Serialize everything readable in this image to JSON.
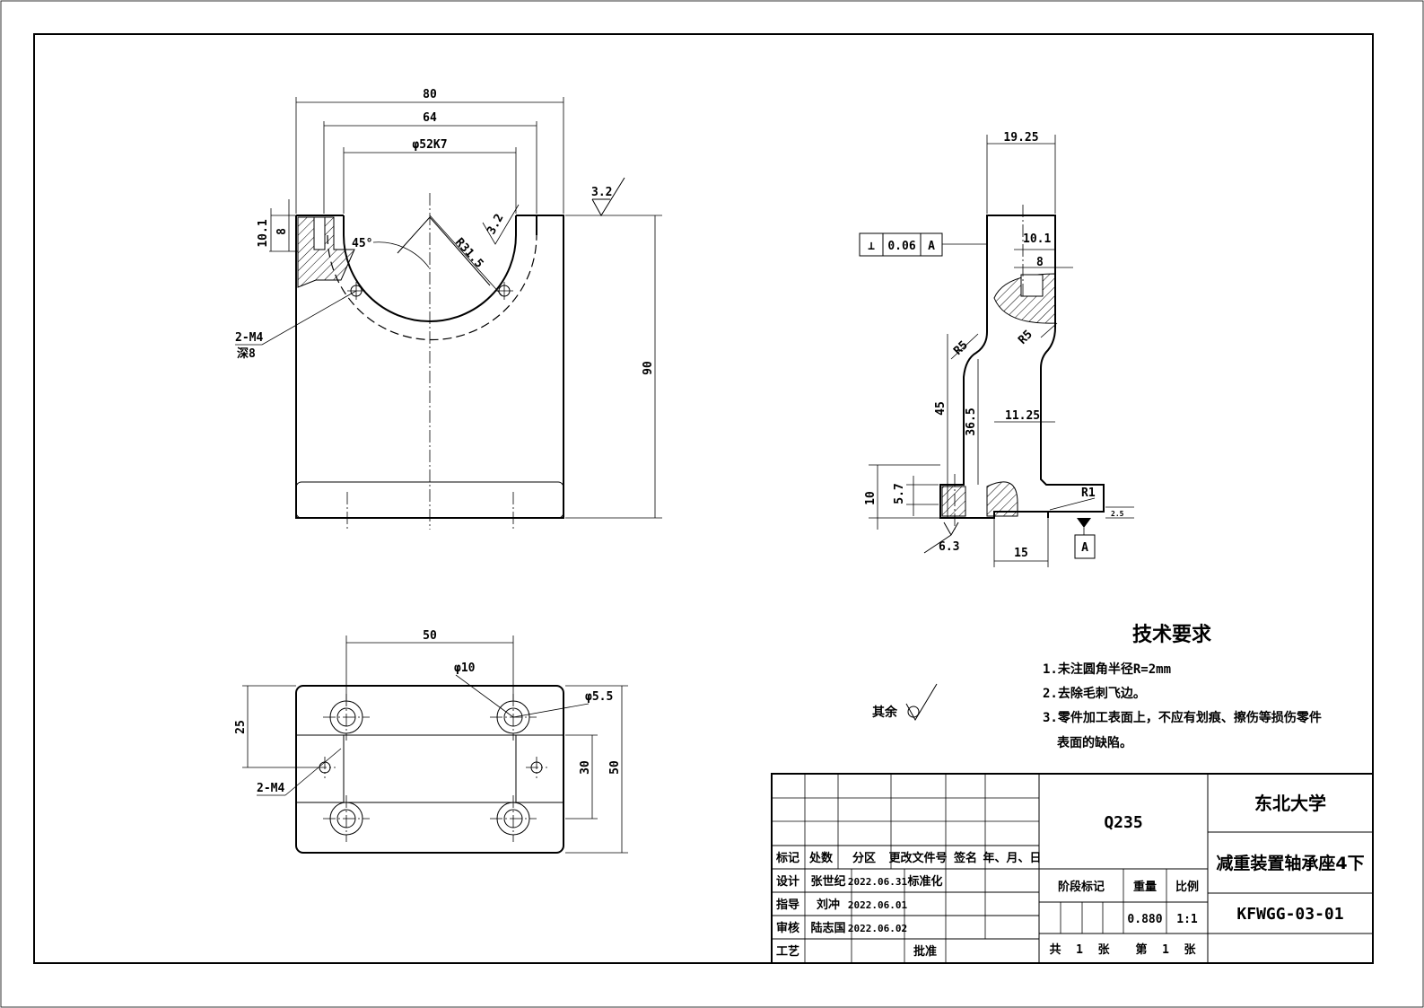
{
  "front_view": {
    "dim_width": "80",
    "dim_inner": "64",
    "dim_bore": "φ52K7",
    "dim_height": "90",
    "dim_slot_depth": "10.1",
    "dim_slot_width": "8",
    "dim_angle": "45°",
    "dim_radius": "R31.5",
    "roughness_bore": "3.2",
    "roughness_top": "3.2",
    "thread_callout_line1": "2-M4",
    "thread_callout_line2": "深8"
  },
  "side_view": {
    "dim_top_width": "19.25",
    "gdt_symbol": "⊥",
    "gdt_tolerance": "0.06",
    "gdt_datum": "A",
    "dim_slot_depth": "10.1",
    "dim_slot_width": "8",
    "dim_fillet_left": "R5",
    "dim_fillet_right": "R5",
    "dim_height_45": "45",
    "dim_height_365": "36.5",
    "dim_web": "11.25",
    "dim_base": "10",
    "dim_step": "5.7",
    "dim_fillet_base": "R1",
    "dim_base_small": "2.5",
    "dim_foot": "15",
    "roughness_base": "6.3",
    "datum_label": "A"
  },
  "top_view": {
    "dim_hole_spacing": "50",
    "dim_counterbore": "φ10",
    "dim_hole": "φ5.5",
    "dim_half": "25",
    "dim_inner": "30",
    "dim_depth": "50",
    "thread_callout": "2-M4"
  },
  "tech_requirements": {
    "title": "技术要求",
    "items": [
      "1.未注圆角半径R=2mm",
      "2.去除毛刺飞边。",
      "3.零件加工表面上，不应有划痕、擦伤等损伤零件",
      "表面的缺陷。"
    ]
  },
  "roughness_rest_label": "其余",
  "title_block": {
    "header": [
      "标记",
      "处数",
      "分区",
      "更改文件号",
      "签名",
      "年、月、日"
    ],
    "design_label": "设计",
    "design_name": "张世纪",
    "design_date": "2022.06.31",
    "standardize_label": "标准化",
    "guide_label": "指导",
    "guide_name": "刘冲",
    "guide_date": "2022.06.01",
    "review_label": "审核",
    "review_name": "陆志国",
    "review_date": "2022.06.02",
    "process_label": "工艺",
    "approve_label": "批准",
    "material": "Q235",
    "stage_label": "阶段标记",
    "weight_label": "重量",
    "scale_label": "比例",
    "weight_value": "0.880",
    "scale_value": "1:1",
    "sheets_total_prefix": "共",
    "sheets_total": "1",
    "sheets_total_suffix": "张",
    "sheet_no_prefix": "第",
    "sheet_no": "1",
    "sheet_no_suffix": "张",
    "organization": "东北大学",
    "part_name": "减重装置轴承座4下",
    "drawing_no": "KFWGG-03-01"
  }
}
